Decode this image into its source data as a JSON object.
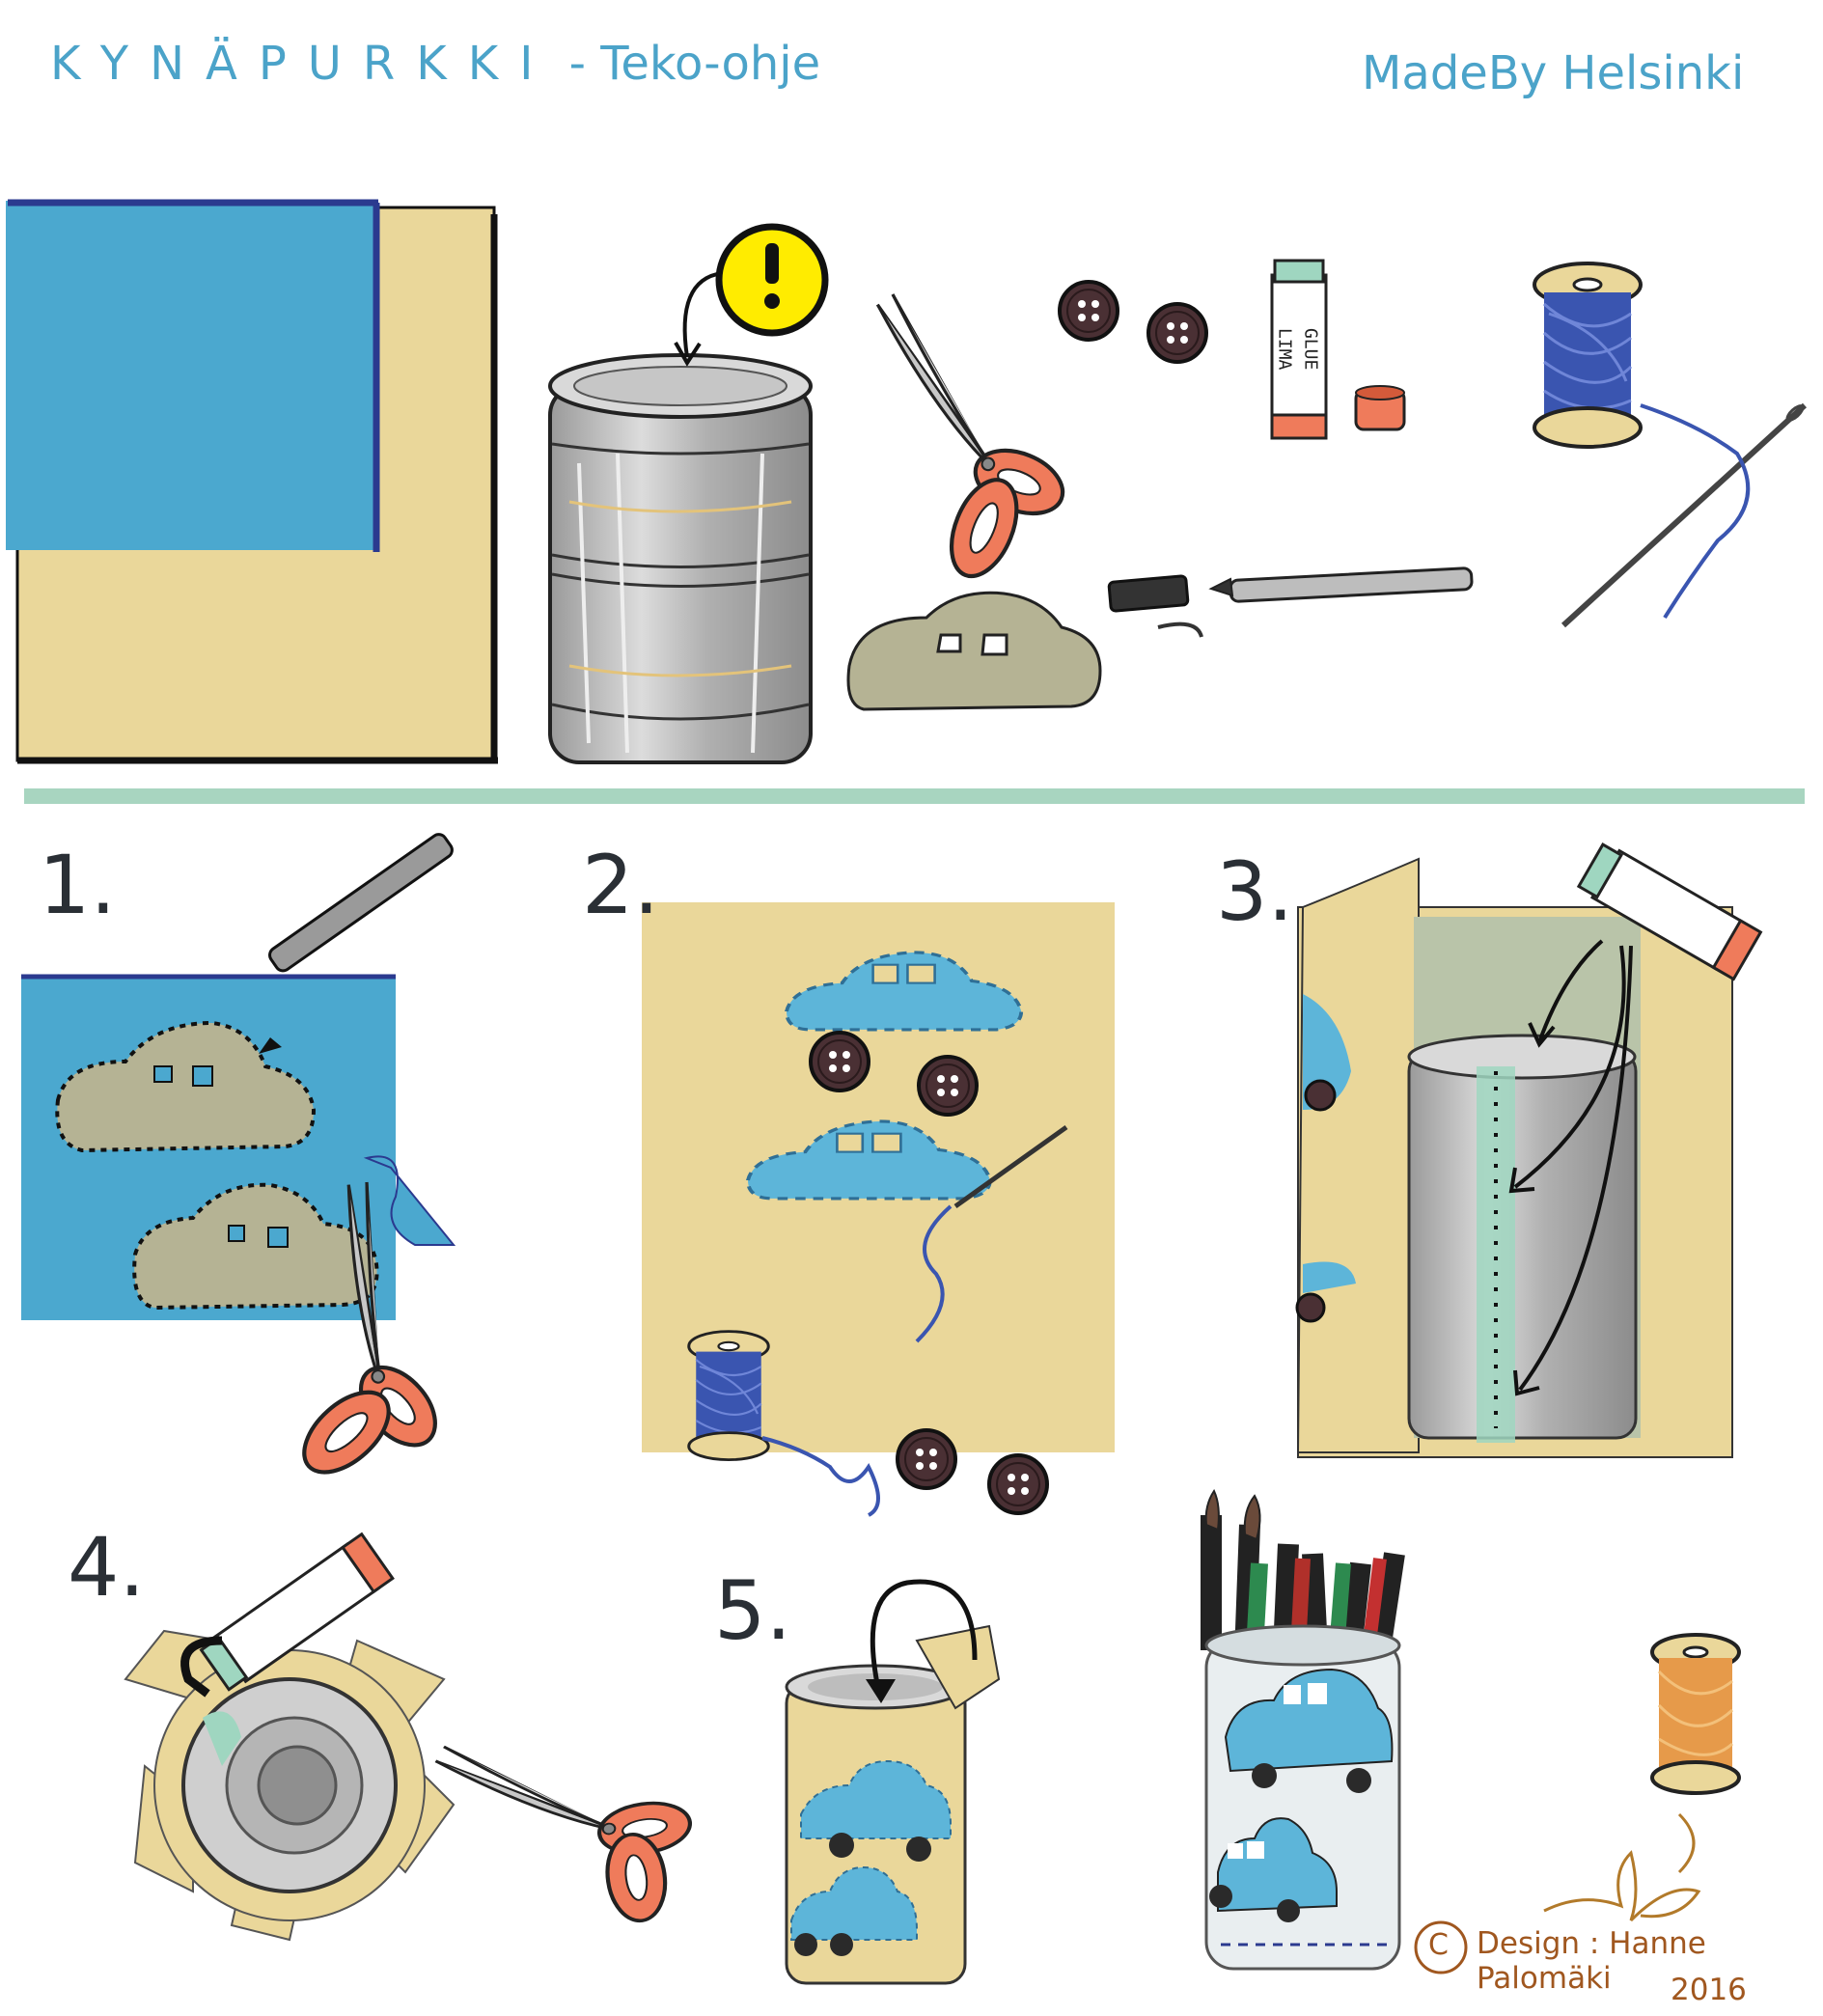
{
  "header": {
    "title_spaced": "KYNÄPURKKI",
    "title_rest": " - Teko-ohje",
    "brand": "MadeBy Helsinki"
  },
  "materials": {
    "glue_label_left": "LIMA",
    "glue_label_right": "GLUE"
  },
  "steps": [
    {
      "number": "1."
    },
    {
      "number": "2."
    },
    {
      "number": "3."
    },
    {
      "number": "4."
    },
    {
      "number": "5."
    }
  ],
  "footer": {
    "copyright_symbol": "C",
    "credit": "Design : Hanne Palomäki",
    "year": "2016"
  },
  "colors": {
    "blue_paper": "#4ba8cf",
    "beige_paper": "#ead79a",
    "accent_blue": "#4ba3c9",
    "divider_green": "#a8d5c0",
    "scissors_orange": "#ef7b5b",
    "credit_brown": "#a0571f",
    "car_blue": "#5db5d9",
    "template_khaki": "#b5b394",
    "thread_blue": "#3a55b0",
    "warning_yellow": "#ffec00"
  }
}
